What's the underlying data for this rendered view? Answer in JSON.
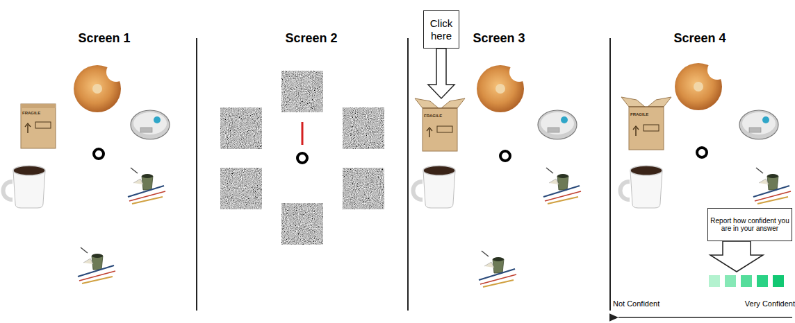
{
  "diagram": {
    "nodes": [
      {
        "text": [
          "Click here"
        ]
      },
      {
        "text": [
          "Report how confident you are in your answer"
        ]
      }
    ],
    "labels": [
      "Screen 1",
      "Screen 2",
      "Screen 3",
      "Screen 4",
      "FRAGILE",
      "FRAGILE",
      "FRAGILE",
      "Not Confident",
      "Very Confident"
    ]
  }
}
